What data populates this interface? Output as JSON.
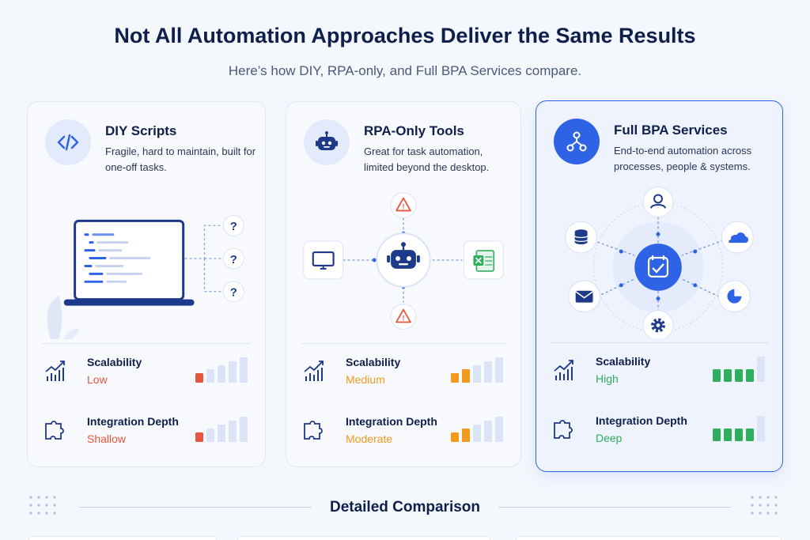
{
  "header": {
    "title": "Not All Automation Approaches Deliver the Same Results",
    "subtitle": "Here’s how DIY, RPA-only, and Full BPA Services compare."
  },
  "cards": [
    {
      "title": "DIY Scripts",
      "desc": "Fragile, hard to maintain, built for one-off tasks.",
      "icon": "code-icon",
      "metrics": [
        {
          "label": "Scalability",
          "value": "Low",
          "level": 1,
          "color": "#e8553e"
        },
        {
          "label": "Integration Depth",
          "value": "Shallow",
          "level": 1,
          "color": "#e8553e"
        }
      ]
    },
    {
      "title": "RPA-Only Tools",
      "desc": "Great for task automation, limited beyond the desktop.",
      "icon": "robot-icon",
      "metrics": [
        {
          "label": "Scalability",
          "value": "Medium",
          "level": 2,
          "color": "#f29a1e"
        },
        {
          "label": "Integration Depth",
          "value": "Moderate",
          "level": 2,
          "color": "#f29a1e"
        }
      ]
    },
    {
      "title": "Full BPA Services",
      "desc": "End-to-end automation across processes, people & systems.",
      "icon": "workflow-icon",
      "metrics": [
        {
          "label": "Scalability",
          "value": "High",
          "level": 4,
          "color": "#2fae5e"
        },
        {
          "label": "Integration Depth",
          "value": "Deep",
          "level": 4,
          "color": "#2fae5e"
        }
      ]
    }
  ],
  "illustrations": {
    "diy_marks": [
      "?",
      "?",
      "?"
    ],
    "rpa_marks": [
      "!",
      "!"
    ]
  },
  "section": {
    "title": "Detailed Comparison"
  },
  "colors": {
    "accent": "#2f63e6",
    "low": "#e8553e",
    "medium": "#f29a1e",
    "high": "#2fae5e",
    "bar_empty": "#dbe4f6"
  }
}
